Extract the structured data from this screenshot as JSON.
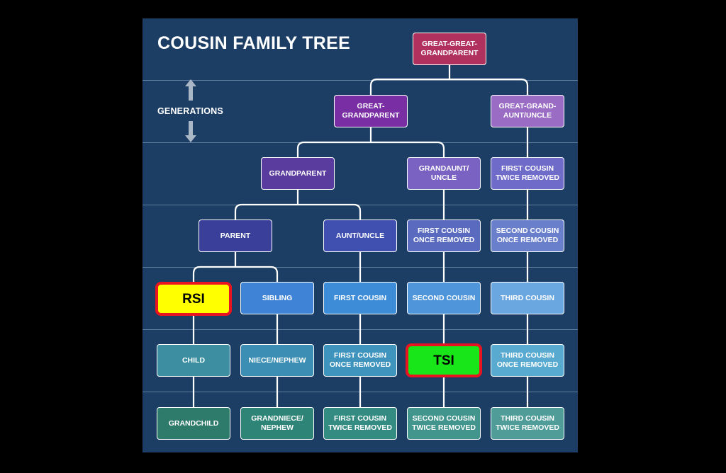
{
  "title": "COUSIN FAMILY TREE",
  "generations_label": "GENERATIONS",
  "icons": {
    "up": "arrow-up-icon",
    "down": "arrow-down-icon"
  },
  "colors": {
    "board": "#1d3e64",
    "great_great_grandparent": "#b0305e",
    "great_grandparent": "#7a2ea3",
    "great_grand_aunt_uncle": "#9a6cc4",
    "grandparent": "#5a3b9e",
    "grandaunt_uncle": "#7a62c2",
    "first_cousin_twice_removed_top": "#6f6bc8",
    "parent": "#3a3f9a",
    "aunt_uncle": "#3f50b0",
    "first_cousin_once_removed_top": "#5a6bbf",
    "second_cousin_once_removed_top": "#6a7fcc",
    "rsi": "#ffff00",
    "sibling": "#3f83d6",
    "first_cousin": "#3d8cd8",
    "second_cousin": "#4f95d9",
    "third_cousin": "#6aa6e0",
    "child": "#3c8ea0",
    "niece_nephew": "#3c8eb4",
    "first_cousin_once_removed_bottom": "#3f94bd",
    "tsi": "#19e619",
    "third_cousin_once_removed_bottom": "#58aad0",
    "grandchild": "#2e7b6c",
    "grandniece_nephew": "#2f8478",
    "first_cousin_twice_removed_bottom": "#338b82",
    "second_cousin_twice_removed": "#41958d",
    "third_cousin_twice_removed": "#4f9c98",
    "highlight_border": "#e8141f"
  },
  "nodes": {
    "great_great_grandparent": "GREAT-GREAT-\nGRANDPARENT",
    "great_grandparent": "GREAT-\nGRANDPARENT",
    "great_grand_aunt_uncle": "GREAT-GRAND-\nAUNT/UNCLE",
    "grandparent": "GRANDPARENT",
    "grandaunt_uncle": "GRANDAUNT/\nUNCLE",
    "first_cousin_twice_removed_top": "FIRST COUSIN\nTWICE REMOVED",
    "parent": "PARENT",
    "aunt_uncle": "AUNT/UNCLE",
    "first_cousin_once_removed_top": "FIRST COUSIN\nONCE REMOVED",
    "second_cousin_once_removed_top": "SECOND COUSIN\nONCE REMOVED",
    "rsi": "RSI",
    "sibling": "SIBLING",
    "first_cousin": "FIRST COUSIN",
    "second_cousin": "SECOND COUSIN",
    "third_cousin": "THIRD COUSIN",
    "child": "CHILD",
    "niece_nephew": "NIECE/NEPHEW",
    "first_cousin_once_removed_bottom": "FIRST COUSIN\nONCE REMOVED",
    "tsi": "TSI",
    "third_cousin_once_removed_bottom": "THIRD COUSIN\nONCE REMOVED",
    "grandchild": "GRANDCHILD",
    "grandniece_nephew": "GRANDNIECE/\nNEPHEW",
    "first_cousin_twice_removed_bottom": "FIRST COUSIN\nTWICE REMOVED",
    "second_cousin_twice_removed": "SECOND COUSIN\nTWICE REMOVED",
    "third_cousin_twice_removed": "THIRD COUSIN\nTWICE REMOVED"
  }
}
